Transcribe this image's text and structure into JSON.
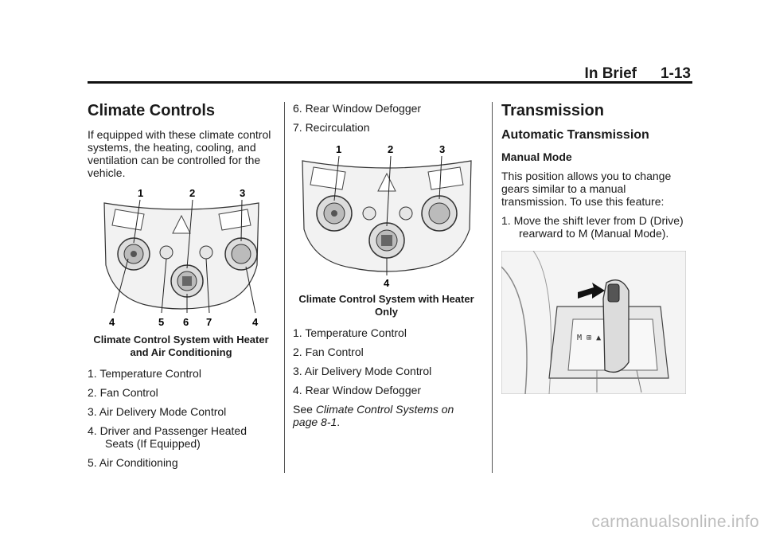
{
  "header": {
    "section": "In Brief",
    "page": "1-13"
  },
  "col1": {
    "title": "Climate Controls",
    "intro": "If equipped with these climate control systems, the heating, cooling, and ventilation can be controlled for the vehicle.",
    "figure_top_labels": [
      "1",
      "2",
      "3"
    ],
    "figure_bottom_labels": [
      "4",
      "5",
      "6",
      "7",
      "4"
    ],
    "caption": "Climate Control System with Heater and Air Conditioning",
    "items": [
      "1. Temperature Control",
      "2. Fan Control",
      "3. Air Delivery Mode Control",
      "4. Driver and Passenger Heated Seats (If Equipped)",
      "5. Air Conditioning"
    ]
  },
  "col2": {
    "items_top": [
      "6. Rear Window Defogger",
      "7. Recirculation"
    ],
    "figure_top_labels": [
      "1",
      "2",
      "3"
    ],
    "figure_bottom_label": "4",
    "caption": "Climate Control System with Heater Only",
    "items": [
      "1. Temperature Control",
      "2. Fan Control",
      "3. Air Delivery Mode Control",
      "4. Rear Window Defogger"
    ],
    "see_prefix": "See ",
    "see_ref": "Climate Control Systems on page 8-1",
    "see_suffix": "."
  },
  "col3": {
    "title": "Transmission",
    "subtitle": "Automatic Transmission",
    "subhead": "Manual Mode",
    "para": "This position allows you to change gears similar to a manual transmission. To use this feature:",
    "step": "1. Move the shift lever from D (Drive) rearward to M (Manual Mode)."
  },
  "watermark": "carmanualsonline.info"
}
